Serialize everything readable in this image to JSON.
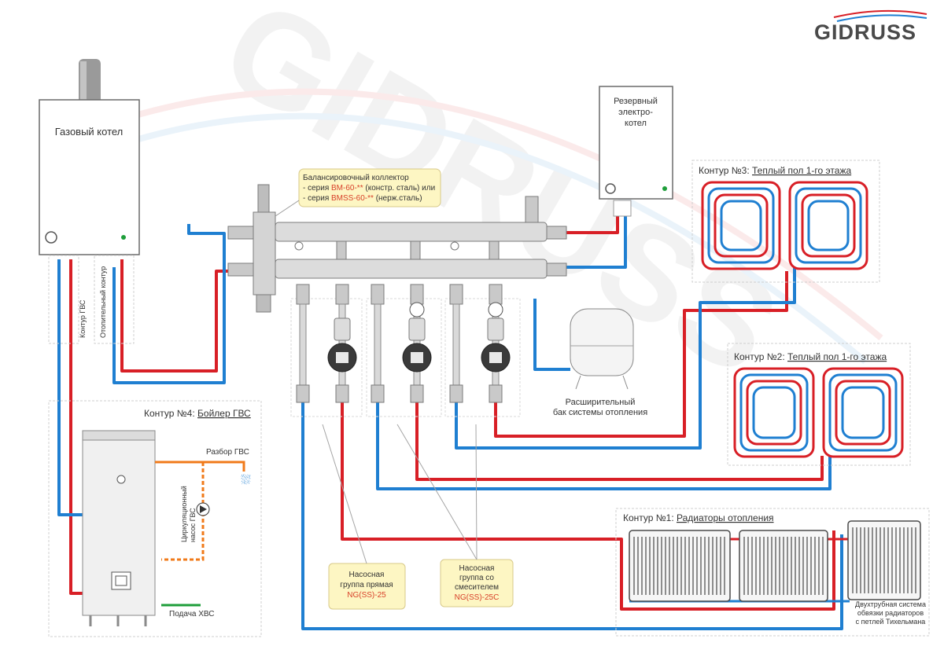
{
  "brand": {
    "logo_text": "GIDRUSS",
    "watermark": "GIDRUSS"
  },
  "colors": {
    "hot": "#d81f26",
    "cold": "#1f7fd1",
    "dhw": "#f07a1a",
    "cold_water": "#1e9e3a",
    "note_bg": "#fdf6c3",
    "accent_text": "#d8412a",
    "text": "#333333"
  },
  "boiler": {
    "title": "Газовый котел",
    "dhw_circuit_label": "Контур ГВС",
    "heating_circuit_label": "Отопительный контур"
  },
  "backup_boiler": {
    "label_lines": [
      "Резервный",
      "электро-",
      "котел"
    ]
  },
  "collector_note": {
    "line1": "Балансировочный коллектор",
    "line2_prefix": "- серия ",
    "line2_code": "BM-60-**",
    "line2_suffix": " (констр. сталь) или",
    "line3_prefix": "- серия ",
    "line3_code": "BMSS-60-**",
    "line3_suffix": " (нерж.сталь)"
  },
  "circuits": {
    "c3": {
      "prefix": "Контур №3: ",
      "name": "Теплый пол 1-го этажа"
    },
    "c2": {
      "prefix": "Контур №2: ",
      "name": "Теплый пол 1-го этажа"
    },
    "c1": {
      "prefix": "Контур №1: ",
      "name": "Радиаторы отопления"
    },
    "c4": {
      "prefix": "Контур №4: ",
      "name": "Бойлер ГВС"
    }
  },
  "expansion_tank": {
    "label_lines": [
      "Расширительный",
      "бак системы отопления"
    ]
  },
  "dhw": {
    "draw_off_label": "Разбор ГВС",
    "cold_supply_label": "Подача ХВС",
    "circ_pump_lines": [
      "Циркуляционный",
      "насос ГВС"
    ]
  },
  "pump_group_direct": {
    "lines": [
      "Насосная",
      "группа прямая"
    ],
    "code": "NG(SS)-25"
  },
  "pump_group_mixer": {
    "lines": [
      "Насосная",
      "группа со",
      "смесителем"
    ],
    "code": "NG(SS)-25C"
  },
  "radiator_note": {
    "lines": [
      "Двухтрубная система",
      "обвязки радиаторов",
      "с петлей Тихельмана"
    ]
  }
}
